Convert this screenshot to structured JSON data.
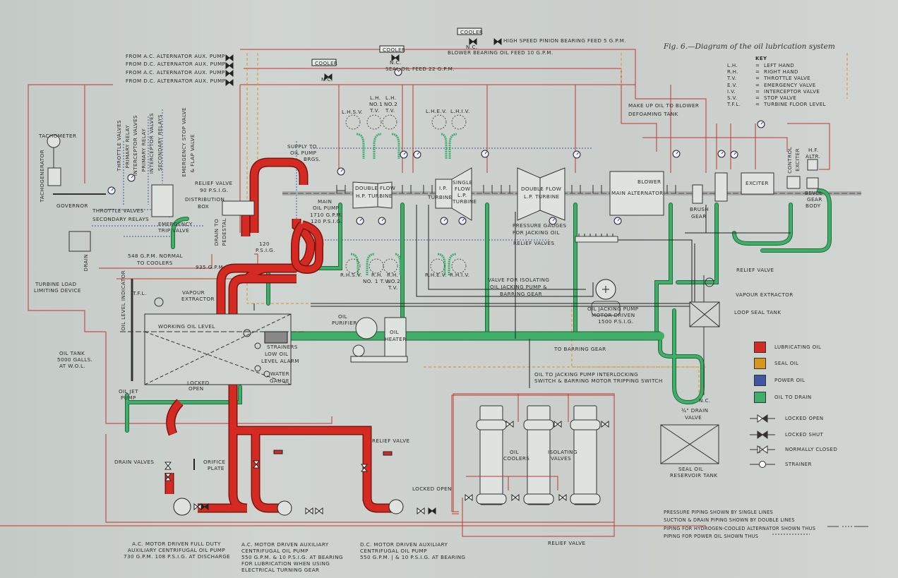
{
  "figure": {
    "title": "Fig. 6.—Diagram of the oil lubrication system"
  },
  "key": {
    "heading": "KEY",
    "entries": [
      {
        "abbr": "L.H.",
        "eq": "=",
        "meaning": "LEFT HAND"
      },
      {
        "abbr": "R.H.",
        "eq": "=",
        "meaning": "RIGHT HAND"
      },
      {
        "abbr": "T.V.",
        "eq": "=",
        "meaning": "THROTTLE VALVE"
      },
      {
        "abbr": "E.V.",
        "eq": "=",
        "meaning": "EMERGENCY VALVE"
      },
      {
        "abbr": "I.V.",
        "eq": "=",
        "meaning": "INTERCEPTOR VALVE"
      },
      {
        "abbr": "S.V.",
        "eq": "=",
        "meaning": "STOP VALVE"
      },
      {
        "abbr": "T.F.L.",
        "eq": "=",
        "meaning": "TURBINE FLOOR LEVEL"
      }
    ]
  },
  "colors": {
    "lubricating": "#d42a22",
    "seal": "#d8951c",
    "power": "#4056a4",
    "drain": "#3fae68",
    "drainDark": "#1f6b3a",
    "line": "#2a2a2a",
    "redline": "#c0392b"
  },
  "legend": {
    "colors": [
      {
        "label": "LUBRICATING OIL",
        "color": "#d42a22"
      },
      {
        "label": "SEAL OIL",
        "color": "#d8951c"
      },
      {
        "label": "POWER OIL",
        "color": "#4056a4"
      },
      {
        "label": "OIL TO DRAIN",
        "color": "#3fae68"
      }
    ],
    "symbols": [
      {
        "label": "LOCKED OPEN",
        "icon": "valve-locked-open"
      },
      {
        "label": "LOCKED SHUT",
        "icon": "valve-locked-shut"
      },
      {
        "label": "NORMALLY CLOSED",
        "icon": "valve-normally-closed"
      },
      {
        "label": "STRAINER",
        "icon": "strainer"
      }
    ]
  },
  "notes": [
    "PRESSURE PIPING SHOWN BY SINGLE LINES",
    "SUCTION & DRAIN PIPING SHOWN BY DOUBLE LINES",
    "PIPING FOR HYDROGEN-COOLED ALTERNATOR SHOWN THUS",
    "PIPING FOR POWER OIL SHOWN THUS"
  ],
  "top_feeds": {
    "from_pumps": [
      "FROM A.C. ALTERNATOR AUX. PUMP",
      "FROM D.C. ALTERNATOR AUX. PUMP",
      "FROM A.C. ALTERNATOR AUX. PUMP",
      "FROM D.C. ALTERNATOR AUX. PUMP"
    ],
    "cooler": "COOLER",
    "nc": "N.C.",
    "high_speed": "HIGH SPEED PINION BEARING FEED 5 G.P.M.",
    "blower_bearing": "BLOWER BEARING OIL FEED 10 G.P.M.",
    "seal_oil_feed": "SEAL OIL FEED 22 G.P.M.",
    "make_up_1": "MAKE UP OIL TO BLOWER",
    "make_up_2": "DEFOAMING TANK"
  },
  "governor": {
    "tachometer": "TACHOMETER",
    "tachogenerator": "TACHOGENERATOR",
    "governor": "GOVERNOR",
    "throttle_primary_1": "THROTTLE VALVES",
    "throttle_primary_2": "PRIMARY RELAY",
    "interceptor_primary_1": "INTERCEPTOR VALVES",
    "interceptor_primary_2": "PRIMARY RELAY",
    "interceptor_secondary_1": "INTERCEPTOR VALVES",
    "interceptor_secondary_2": "SECONDARY RELAYS",
    "esv_1": "EMERGENCY STOP VALVE",
    "esv_2": "& FLAP VALVE",
    "throttle_secondary_1": "THROTTLE VALVES",
    "throttle_secondary_2": "SECONDARY RELAYS",
    "emergency_trip_1": "EMERGENCY",
    "emergency_trip_2": "TRIP VALVE",
    "relief_1": "RELIEF VALVE",
    "relief_2": "90 P.S.I.G.",
    "distribution_1": "DISTRIBUTION",
    "distribution_2": "BOX",
    "drain_pedestal_1": "DRAIN TO",
    "drain_pedestal_2": "PEDESTAL",
    "p120_1": "120",
    "p120_2": "P.S.I.G.",
    "load_limit_1": "TURBINE LOAD",
    "load_limit_2": "LIMITING DEVICE",
    "drain": "DRAIN",
    "f548_1": "548 G.P.M. NORMAL",
    "f548_2": "TO COOLERS",
    "f935": "935 G.P.M."
  },
  "main_pump": {
    "supply_1": "SUPPLY TO",
    "supply_2": "OIL PUMP",
    "supply_3": "BRGS.",
    "main_1": "MAIN",
    "main_2": "OIL PUMP",
    "main_3": "1710 G.P.M.",
    "main_4": "120 P.S.I.G."
  },
  "valves_top": {
    "lhsv": "L.H.S.V.",
    "lh1_1": "L.H.",
    "lh1_2": "No.1",
    "lh1_3": "T.V.",
    "lh2_1": "L.H.",
    "lh2_2": "No.2",
    "lh2_3": "T.V.",
    "lhev": "L.H.E.V.",
    "lhiv": "L.H.I.V."
  },
  "valves_bottom": {
    "rhsv": "R.H.S.V.",
    "rh1_1": "R.H.",
    "rh1_2": "No. 1 T.V.",
    "rh2_1": "R.H.",
    "rh2_2": "No.2",
    "rh2_3": "T.V.",
    "rhev": "R.H.E.V.",
    "rhiv": "R.H.I.V."
  },
  "turbines": {
    "hp_1": "DOUBLE FLOW",
    "hp_2": "H.P. TURBINE",
    "ip_1": "I.P.",
    "ip_2": "TURBINE",
    "lp1_1": "SINGLE",
    "lp1_2": "FLOW",
    "lp1_3": "L.P.",
    "lp1_4": "TURBINE",
    "lp2_1": "DOUBLE FLOW",
    "lp2_2": "L.P. TURBINE",
    "alternator": "MAIN ALTERNATOR",
    "blower": "BLOWER",
    "brush_1": "BRUSH",
    "brush_2": "GEAR",
    "exciter": "EXCITER",
    "control_1": "CONTROL",
    "control_2": "EXCITER",
    "hf_1": "H.F.",
    "hf_2": "ALTR.",
    "bevel_1": "BEVEL",
    "bevel_2": "GEAR",
    "bevel_3": "BODY"
  },
  "jacking": {
    "gauges_1": "PRESSURE GAUGES",
    "gauges_2": "FOR JACKING OIL",
    "relief": "RELIEF VALVES",
    "iso_1": "VALVE FOR ISOLATING",
    "iso_2": "OIL JACKING PUMP &",
    "iso_3": "BARRING GEAR",
    "pump_1": "OIL JACKING PUMP",
    "pump_2": "MOTOR DRIVEN",
    "pump_3": "1500 P.S.I.G.",
    "barring": "TO BARRING GEAR",
    "interlock_1": "OIL TO JACKING PUMP INTERLOCKING",
    "interlock_2": "SWITCH & BARRING MOTOR TRIPPING SWITCH"
  },
  "tank": {
    "level_indicator": "OIL LEVEL INDICATOR",
    "tfl": "T.F.L.",
    "vapour_1": "VAPOUR",
    "vapour_2": "EXTRACTOR",
    "working": "WORKING OIL LEVEL",
    "tank_1": "OIL TANK",
    "tank_2": "5000 GALLS.",
    "tank_3": "AT W.O.L.",
    "strainers": "STRAINERS",
    "low_1": "LOW OIL",
    "low_2": "LEVEL ALARM",
    "water_1": "WATER",
    "water_2": "GAUGE",
    "locked_1": "LOCKED",
    "locked_2": "OPEN",
    "jet_1": "OIL JET",
    "jet_2": "PUMP",
    "purifier_1": "OIL",
    "purifier_2": "PURIFIER",
    "heater_1": "OIL",
    "heater_2": "HEATER"
  },
  "seal": {
    "relief": "RELIEF VALVE",
    "vapour": "VAPOUR EXTRACTOR",
    "loop": "LOOP SEAL TANK",
    "nc": "N.C.",
    "drain_1": "¾\" DRAIN",
    "drain_2": "VALVE",
    "reservoir_1": "SEAL OIL",
    "reservoir_2": "RESERVOIR TANK"
  },
  "pumps": {
    "drain_valves": "DRAIN VALVES",
    "orifice_1": "ORIFICE",
    "orifice_2": "PLATE",
    "relief": "RELIEF VALVE",
    "locked_open": "LOCKED OPEN",
    "ac_full": [
      "A.C. MOTOR DRIVEN FULL DUTY",
      "AUXILIARY CENTRIFUGAL OIL PUMP",
      "730 G.P.M. 108 P.S.I.G. AT DISCHARGE"
    ],
    "ac_aux": [
      "A.C. MOTOR DRIVEN AUXILIARY",
      "CENTRIFUGAL OIL PUMP",
      "550 G.P.M.   & 10 P.S.I.G. AT BEARING",
      "FOR LUBRICATION WHEN USING",
      "ELECTRICAL TURNING GEAR"
    ],
    "dc_aux": [
      "D.C. MOTOR DRIVEN AUXILIARY",
      "CENTRIFUGAL OIL PUMP",
      "550 G.P.M.  | & 10 P.S.I.G. AT BEARING"
    ]
  },
  "coolers": {
    "oil_1": "OIL",
    "oil_2": "COOLERS",
    "iso_1": "ISOLATING",
    "iso_2": "VALVES",
    "relief": "RELIEF VALVE"
  }
}
